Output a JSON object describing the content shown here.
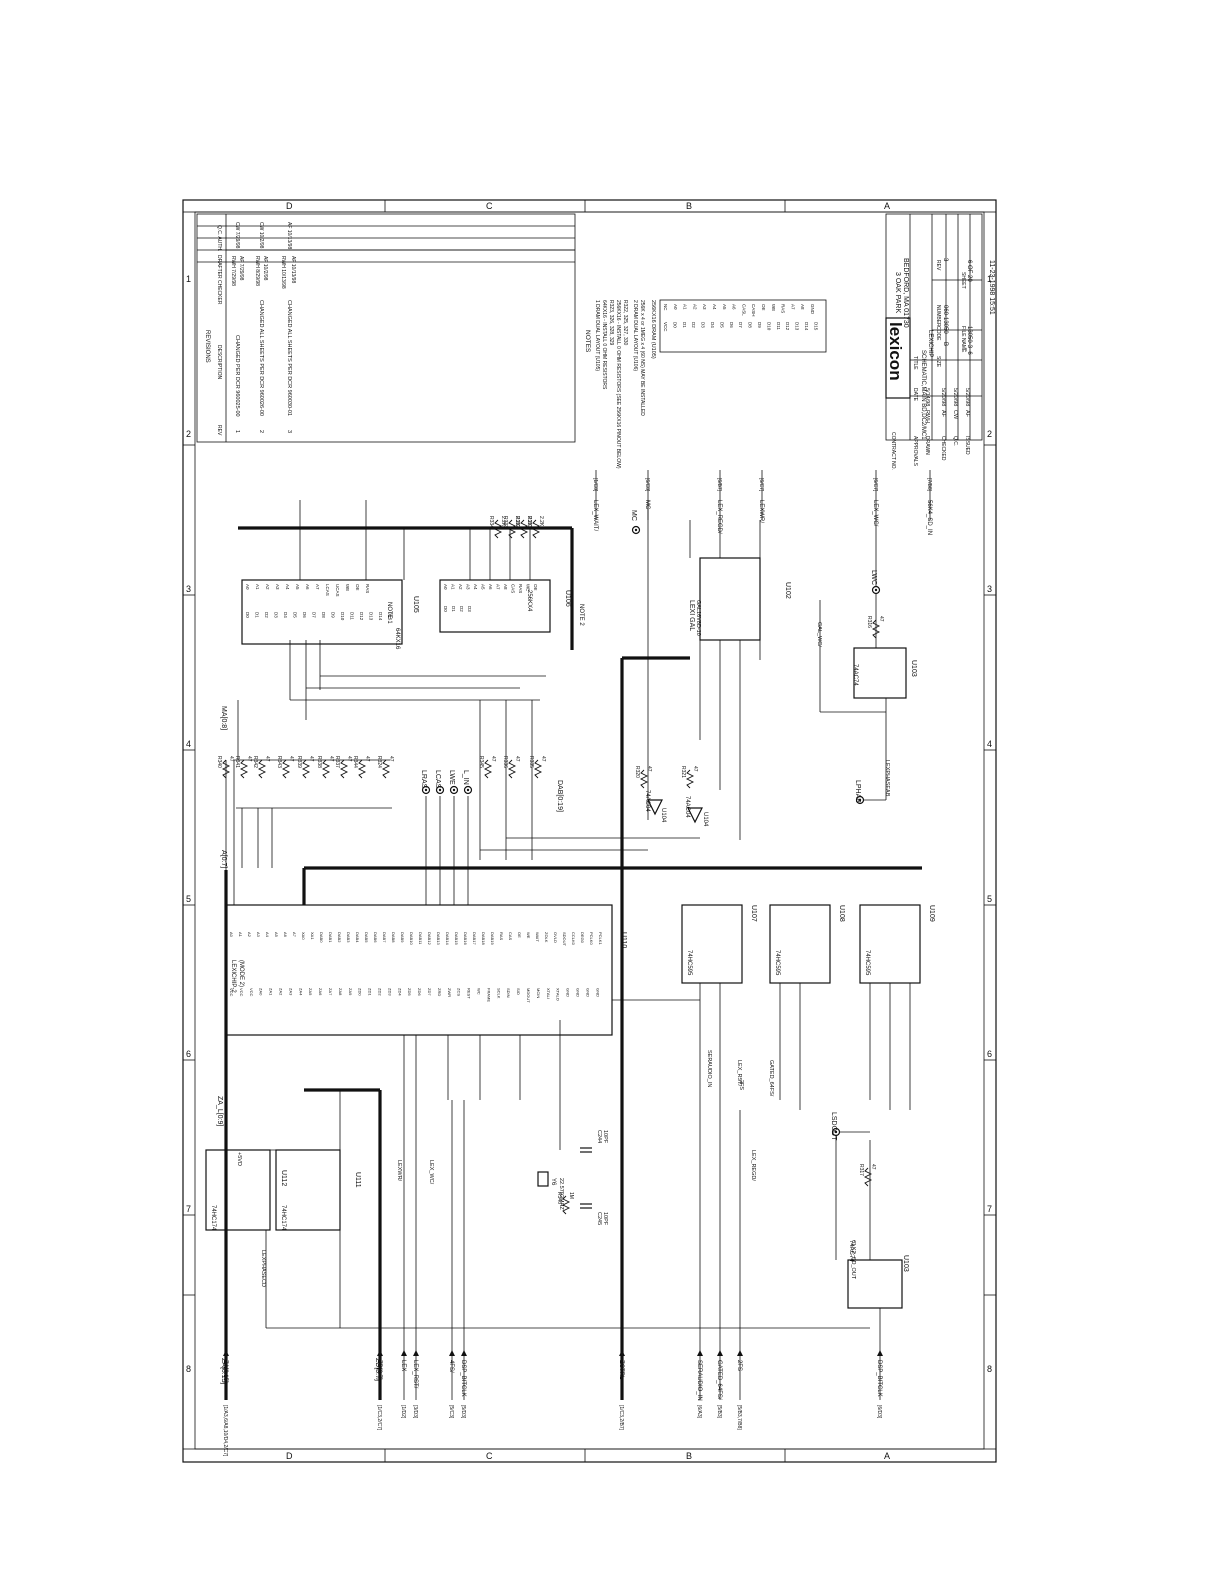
{
  "stamp": "11-23-1998 15:51",
  "zones": {
    "rows": [
      "D",
      "C",
      "B",
      "A"
    ],
    "cols": [
      "1",
      "2",
      "3",
      "4",
      "5",
      "6",
      "7",
      "8"
    ]
  },
  "revisions": {
    "title": "REVISIONS",
    "headers": [
      "REV",
      "DESCRIPTION",
      "DRAFTER CHECKER",
      "Q.C. AUTH."
    ],
    "rows": [
      {
        "rev": "1",
        "desc": "CHANGED PER DCR 960025-00",
        "drafter": "RWH 7/29/98",
        "checker": "AF 7/29/98",
        "qc": "CW 7/29/98"
      },
      {
        "rev": "2",
        "desc": "CHANGED ALL SHEETS PER DCR 960026-00",
        "drafter": "RWH 8/29/98",
        "checker": "AF 10/2/98",
        "qc": "CW 10/2/98"
      },
      {
        "rev": "3",
        "desc": "CHANGED ALL SHEETS PER DCR 960030-01",
        "drafter": "RWH 10/13/98",
        "checker": "AF 10/13/98",
        "qc": "AF 10/13/98"
      }
    ]
  },
  "notes": {
    "title": "NOTES",
    "lines": [
      "1 DRAM DUAL LAYOUT (U105)",
      "64KX16 - INSTALL 0 OHM RESISTORS",
      "R323, 326, 328, 329",
      "256KX16 - INSTALL 0 OHM RESISTORS (SEE 256KX16 PINOUT BELOW)",
      "R322, 325, 327, 330",
      "2 DRAM DUAL LAYOUT (U106)",
      "256K x 4 or 1MEG x 4 (60 NS) MAY BE INSTALLED"
    ],
    "pinout_title": "256KX16 DRAM (U105)",
    "pinout_left": [
      "NC",
      "A0",
      "A1",
      "A2",
      "A3",
      "A4",
      "A5",
      "A6",
      "CASL",
      "CASH",
      "OE",
      "WE",
      "RAS",
      "A7",
      "A8",
      "GND"
    ],
    "pinout_right": [
      "VCC",
      "D0",
      "D1",
      "D2",
      "D3",
      "D4",
      "D5",
      "D6",
      "D7",
      "D8",
      "D9",
      "D10",
      "D11",
      "D12",
      "D13",
      "D14",
      "D15"
    ]
  },
  "title_block": {
    "contract_no": "CONTRACT NO.",
    "approvals": "APPROVALS",
    "date_label": "DATE",
    "drawn": {
      "label": "DRAWN",
      "name": "RWH",
      "date": "5/14/98"
    },
    "checked": {
      "label": "CHECKED",
      "name": "AF",
      "date": "5/20/98"
    },
    "qc": {
      "label": "Q.C.",
      "name": "CW",
      "date": "5/20/98"
    },
    "issued": {
      "label": "ISSUED",
      "name": "AF",
      "date": "5/20/98"
    },
    "logo": "lexicon",
    "address1": "3 OAK PARK",
    "address2": "BEDFORD, MA 01730",
    "title_label": "TITLE",
    "title1": "SCHEMATIC,MAIN BD,DC2/MC1",
    "title2": "LEXICHIP",
    "size_label": "SIZE",
    "size": "B",
    "code_label": "CODE",
    "code": "",
    "number_label": "NUMBER",
    "number": "060-13050",
    "rev_label": "REV",
    "rev": "3",
    "file_label": "FILE NAME",
    "file": "13050-3_6",
    "sheet_label": "SHEET",
    "sheet": "6 OF 20"
  },
  "chips": {
    "u105": {
      "ref": "U105",
      "part": "64KX16",
      "note": "NOTE 1",
      "left": [
        "A0",
        "A1",
        "A2",
        "A3",
        "A4",
        "A5",
        "A6",
        "A7",
        "LCAS",
        "UCAS",
        "WE",
        "OE",
        "RAS"
      ],
      "right": [
        "D0",
        "D1",
        "D2",
        "D3",
        "D4",
        "D5",
        "D6",
        "D7",
        "D8",
        "D9",
        "D10",
        "D11",
        "D12",
        "D13",
        "D14",
        "D15"
      ]
    },
    "u106": {
      "ref": "U106",
      "part": "256KX4",
      "note": "NOTE 2",
      "left": [
        "A0",
        "A1",
        "A2",
        "A3",
        "A4",
        "A5",
        "A6",
        "A7",
        "A8",
        "CAS",
        "RAS",
        "WE",
        "OE"
      ],
      "right": [
        "D0",
        "D1",
        "D2",
        "D3"
      ]
    },
    "u110": {
      "ref": "U110",
      "part": "LEXICHIP-2",
      "sub": "(MODE 2)",
      "left": [
        "VCC",
        "VCC",
        "VCC",
        "ZA0",
        "ZA1",
        "ZA2",
        "ZA3",
        "ZA4",
        "ZA5",
        "ZA6",
        "ZA7",
        "ZA8",
        "ZA9",
        "ZD0",
        "ZD1",
        "ZD2",
        "ZD3",
        "ZD4",
        "ZD5",
        "ZD6",
        "ZD7",
        "ZRD",
        "ZWR",
        "ZCS",
        "REST",
        "WC",
        "FRAME",
        "SCLK",
        "SDIN",
        "SIO",
        "MDOUT",
        "MCIN",
        "XTALI",
        "XTALO",
        "GND",
        "GND",
        "GND",
        "GND"
      ],
      "right": [
        "A0",
        "A1",
        "A2",
        "A3",
        "A4",
        "A5",
        "A6",
        "A7",
        "XA0",
        "XA1",
        "DAB0",
        "DAB1",
        "DAB2",
        "DAB3",
        "DAB4",
        "DAB5",
        "DAB6",
        "DAB7",
        "DAB8",
        "DAB9",
        "DAB10",
        "DAB11",
        "DAB12",
        "DAB13",
        "DAB14",
        "DAB15",
        "DAB16",
        "DAB17",
        "DAB18",
        "DAB19",
        "RAS",
        "CAS",
        "OE",
        "WE",
        "WAIT",
        "ZOLK",
        "OVLD",
        "SDOUT",
        "CCLK0",
        "DEG0",
        "PCLK0",
        "PCLK1"
      ]
    },
    "u111": {
      "ref": "U111",
      "part": "74HC174"
    },
    "u112": {
      "ref": "U112",
      "part": "74HC174"
    },
    "u107": {
      "ref": "U107",
      "part": "74HC595"
    },
    "u108": {
      "ref": "U108",
      "part": "74HC595"
    },
    "u109": {
      "ref": "U109",
      "part": "74HC595"
    },
    "u102": {
      "ref": "U102",
      "part": "LEXI GAL",
      "sub": "GAL16V8D-10"
    },
    "u103a": {
      "ref": "U103",
      "part": "74AC74"
    },
    "u103b": {
      "ref": "U103",
      "part": "74AC74"
    },
    "u104a": {
      "ref": "U104",
      "part": "74AC04"
    },
    "u104b": {
      "ref": "U104",
      "part": "74AC04"
    }
  },
  "resistors": [
    {
      "ref": "R340",
      "val": "47"
    },
    {
      "ref": "R341",
      "val": "47"
    },
    {
      "ref": "R342",
      "val": "47"
    },
    {
      "ref": "R343",
      "val": "47"
    },
    {
      "ref": "R339",
      "val": "47"
    },
    {
      "ref": "R338",
      "val": "47"
    },
    {
      "ref": "R337",
      "val": "47"
    },
    {
      "ref": "R344",
      "val": "47"
    },
    {
      "ref": "R324",
      "val": "47"
    },
    {
      "ref": "R345",
      "val": "47"
    },
    {
      "ref": "R336",
      "val": "47"
    },
    {
      "ref": "R335",
      "val": "47"
    },
    {
      "ref": "R320",
      "val": "47"
    },
    {
      "ref": "R321",
      "val": "47"
    },
    {
      "ref": "R316",
      "val": "47"
    },
    {
      "ref": "R317",
      "val": "47"
    },
    {
      "ref": "R334",
      "val": "2.2K"
    },
    {
      "ref": "R333",
      "val": "2.2K"
    },
    {
      "ref": "R332",
      "val": "2.2K"
    },
    {
      "ref": "R331",
      "val": "2.2K"
    },
    {
      "ref": "R346",
      "val": "1M"
    }
  ],
  "nets": {
    "buses": [
      "MA[0:8]",
      "A[0:7]",
      "DAB[0:19]",
      "ZA_L[0:9]",
      "ZA[0:15]",
      "ZD[0:7]"
    ],
    "left_offpage": [
      {
        "net": "ZA[0:15]",
        "ref": "[1/A3,6/A8,10/D4,2/C7]"
      },
      {
        "net": "ZD[0:7]",
        "ref": "[1/C3,2/C7]"
      },
      {
        "net": "LEX",
        "ref": "[1/D2]"
      },
      {
        "net": "LEX_RST/",
        "ref": "[3/D3]"
      },
      {
        "net": "4FS/",
        "ref": "[5/C3]"
      },
      {
        "net": "DSP_BITCLK",
        "ref": "[5/D3]"
      },
      {
        "net": "ZCTRL",
        "ref": "[1/C3,2/B7]"
      },
      {
        "net": "SERAUDIO_IN",
        "ref": "[6/A3]"
      },
      {
        "net": "GATED_64FS/",
        "ref": "[5/B3]"
      },
      {
        "net": "2FS",
        "ref": "[5/B3,7/B8]"
      },
      {
        "net": "DSP_BITCLK",
        "ref": "[6/D3]"
      }
    ],
    "right_offpage": [
      {
        "net": "LEX_WAIT/",
        "ref": "[1/C8]"
      },
      {
        "net": "MC",
        "ref": "[6/C8]"
      },
      {
        "net": "LEX_REGD/",
        "ref": "[6/B7]"
      },
      {
        "net": "LEXWR/",
        "ref": "[6/C7]"
      },
      {
        "net": "LEX_WC/",
        "ref": "[6/C7]"
      },
      {
        "net": "56K4_SD_IN",
        "ref": "[7/B8]"
      }
    ],
    "ports": [
      "LRAS",
      "LCAS",
      "LWE",
      "L_IN",
      "MC",
      "LWC",
      "LPHAB",
      "LSDOUT"
    ],
    "labels": [
      "LEXPHASECD",
      "LEXWR/",
      "LEX_WC/",
      "LEX_REGD/",
      "GATED_64FS/",
      "SERAUDIO_IN",
      "LEX_RST/",
      "2FS",
      "CLK2_SD_OUT",
      "GAL_WC/",
      "LEXPHASEAB",
      "+5VD"
    ]
  },
  "crystal": {
    "ref": "Y6",
    "val": "22.5792MHZ"
  },
  "caps": [
    {
      "ref": "C244",
      "val": "10PF"
    },
    {
      "ref": "C245",
      "val": "10PF"
    }
  ]
}
